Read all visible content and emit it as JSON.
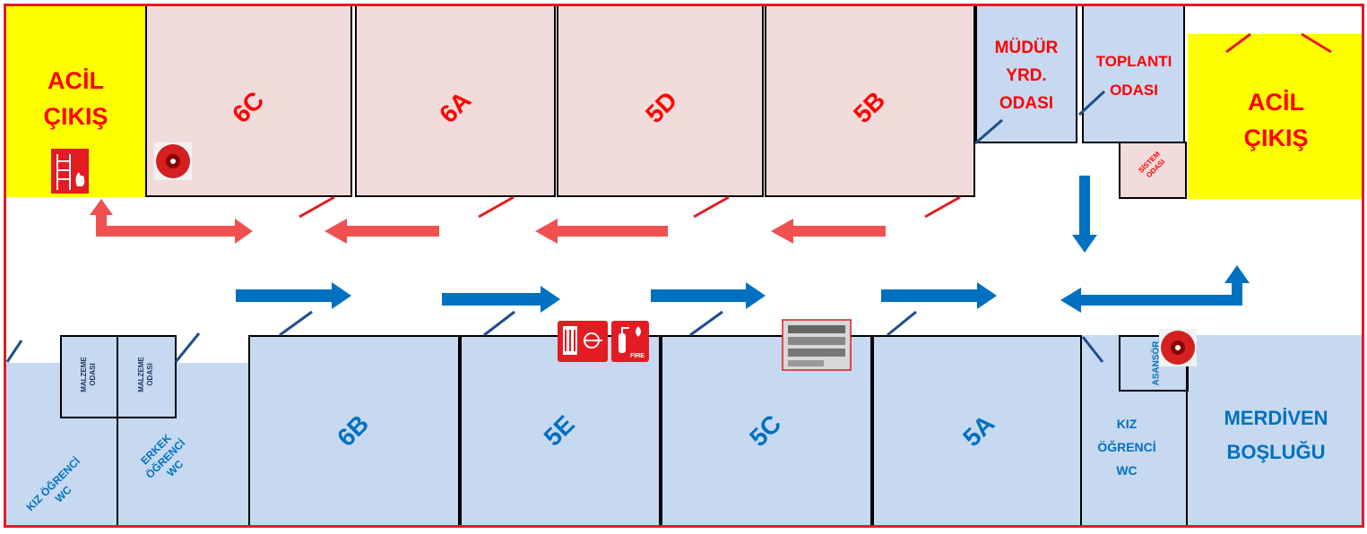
{
  "exits": {
    "left": {
      "line1": "ACİL",
      "line2": "ÇIKIŞ"
    },
    "right": {
      "line1": "ACİL",
      "line2": "ÇIKIŞ"
    }
  },
  "top_rooms": [
    "6C",
    "6A",
    "5D",
    "5B"
  ],
  "offices": {
    "mudur": {
      "line1": "MÜDÜR",
      "line2": "YRD.",
      "line3": "ODASI"
    },
    "toplanti": {
      "line1": "TOPLANTI",
      "line2": "ODASI"
    },
    "sistem": {
      "line1": "SİSTEM",
      "line2": "ODASI"
    }
  },
  "bottom_rooms": [
    "6B",
    "5E",
    "5C",
    "5A"
  ],
  "storage": [
    {
      "line1": "MALZEME",
      "line2": "ODASI"
    },
    {
      "line1": "MALZEME",
      "line2": "ODASI"
    }
  ],
  "wc": {
    "kiz_left": {
      "line1": "KIZ ÖĞRENCİ",
      "line2": "WC"
    },
    "erkek": {
      "line1": "ERKEK",
      "line2": "ÖĞRENCİ",
      "line3": "WC"
    },
    "kiz_right": {
      "line1": "KIZ",
      "line2": "ÖĞRENCİ",
      "line3": "WC"
    }
  },
  "asansor": "ASANSÖR",
  "merdiven": {
    "line1": "MERDİVEN",
    "line2": "BOŞLUĞU"
  },
  "fire_sign_text": "FIRE",
  "colors": {
    "exit_yellow": "#ffff00",
    "pink_room": "#f2dcdb",
    "blue_room": "#c6d9f1",
    "red_arrow": "#f05050",
    "blue_arrow": "#0070c0",
    "text_red": "#ff0000",
    "text_blue": "#0070c0"
  },
  "icons": [
    "fire-escape-ladder-icon",
    "smoke-detector-icon",
    "fire-hose-cabinet-icon",
    "fire-extinguisher-icon",
    "electrical-panel-icon"
  ]
}
